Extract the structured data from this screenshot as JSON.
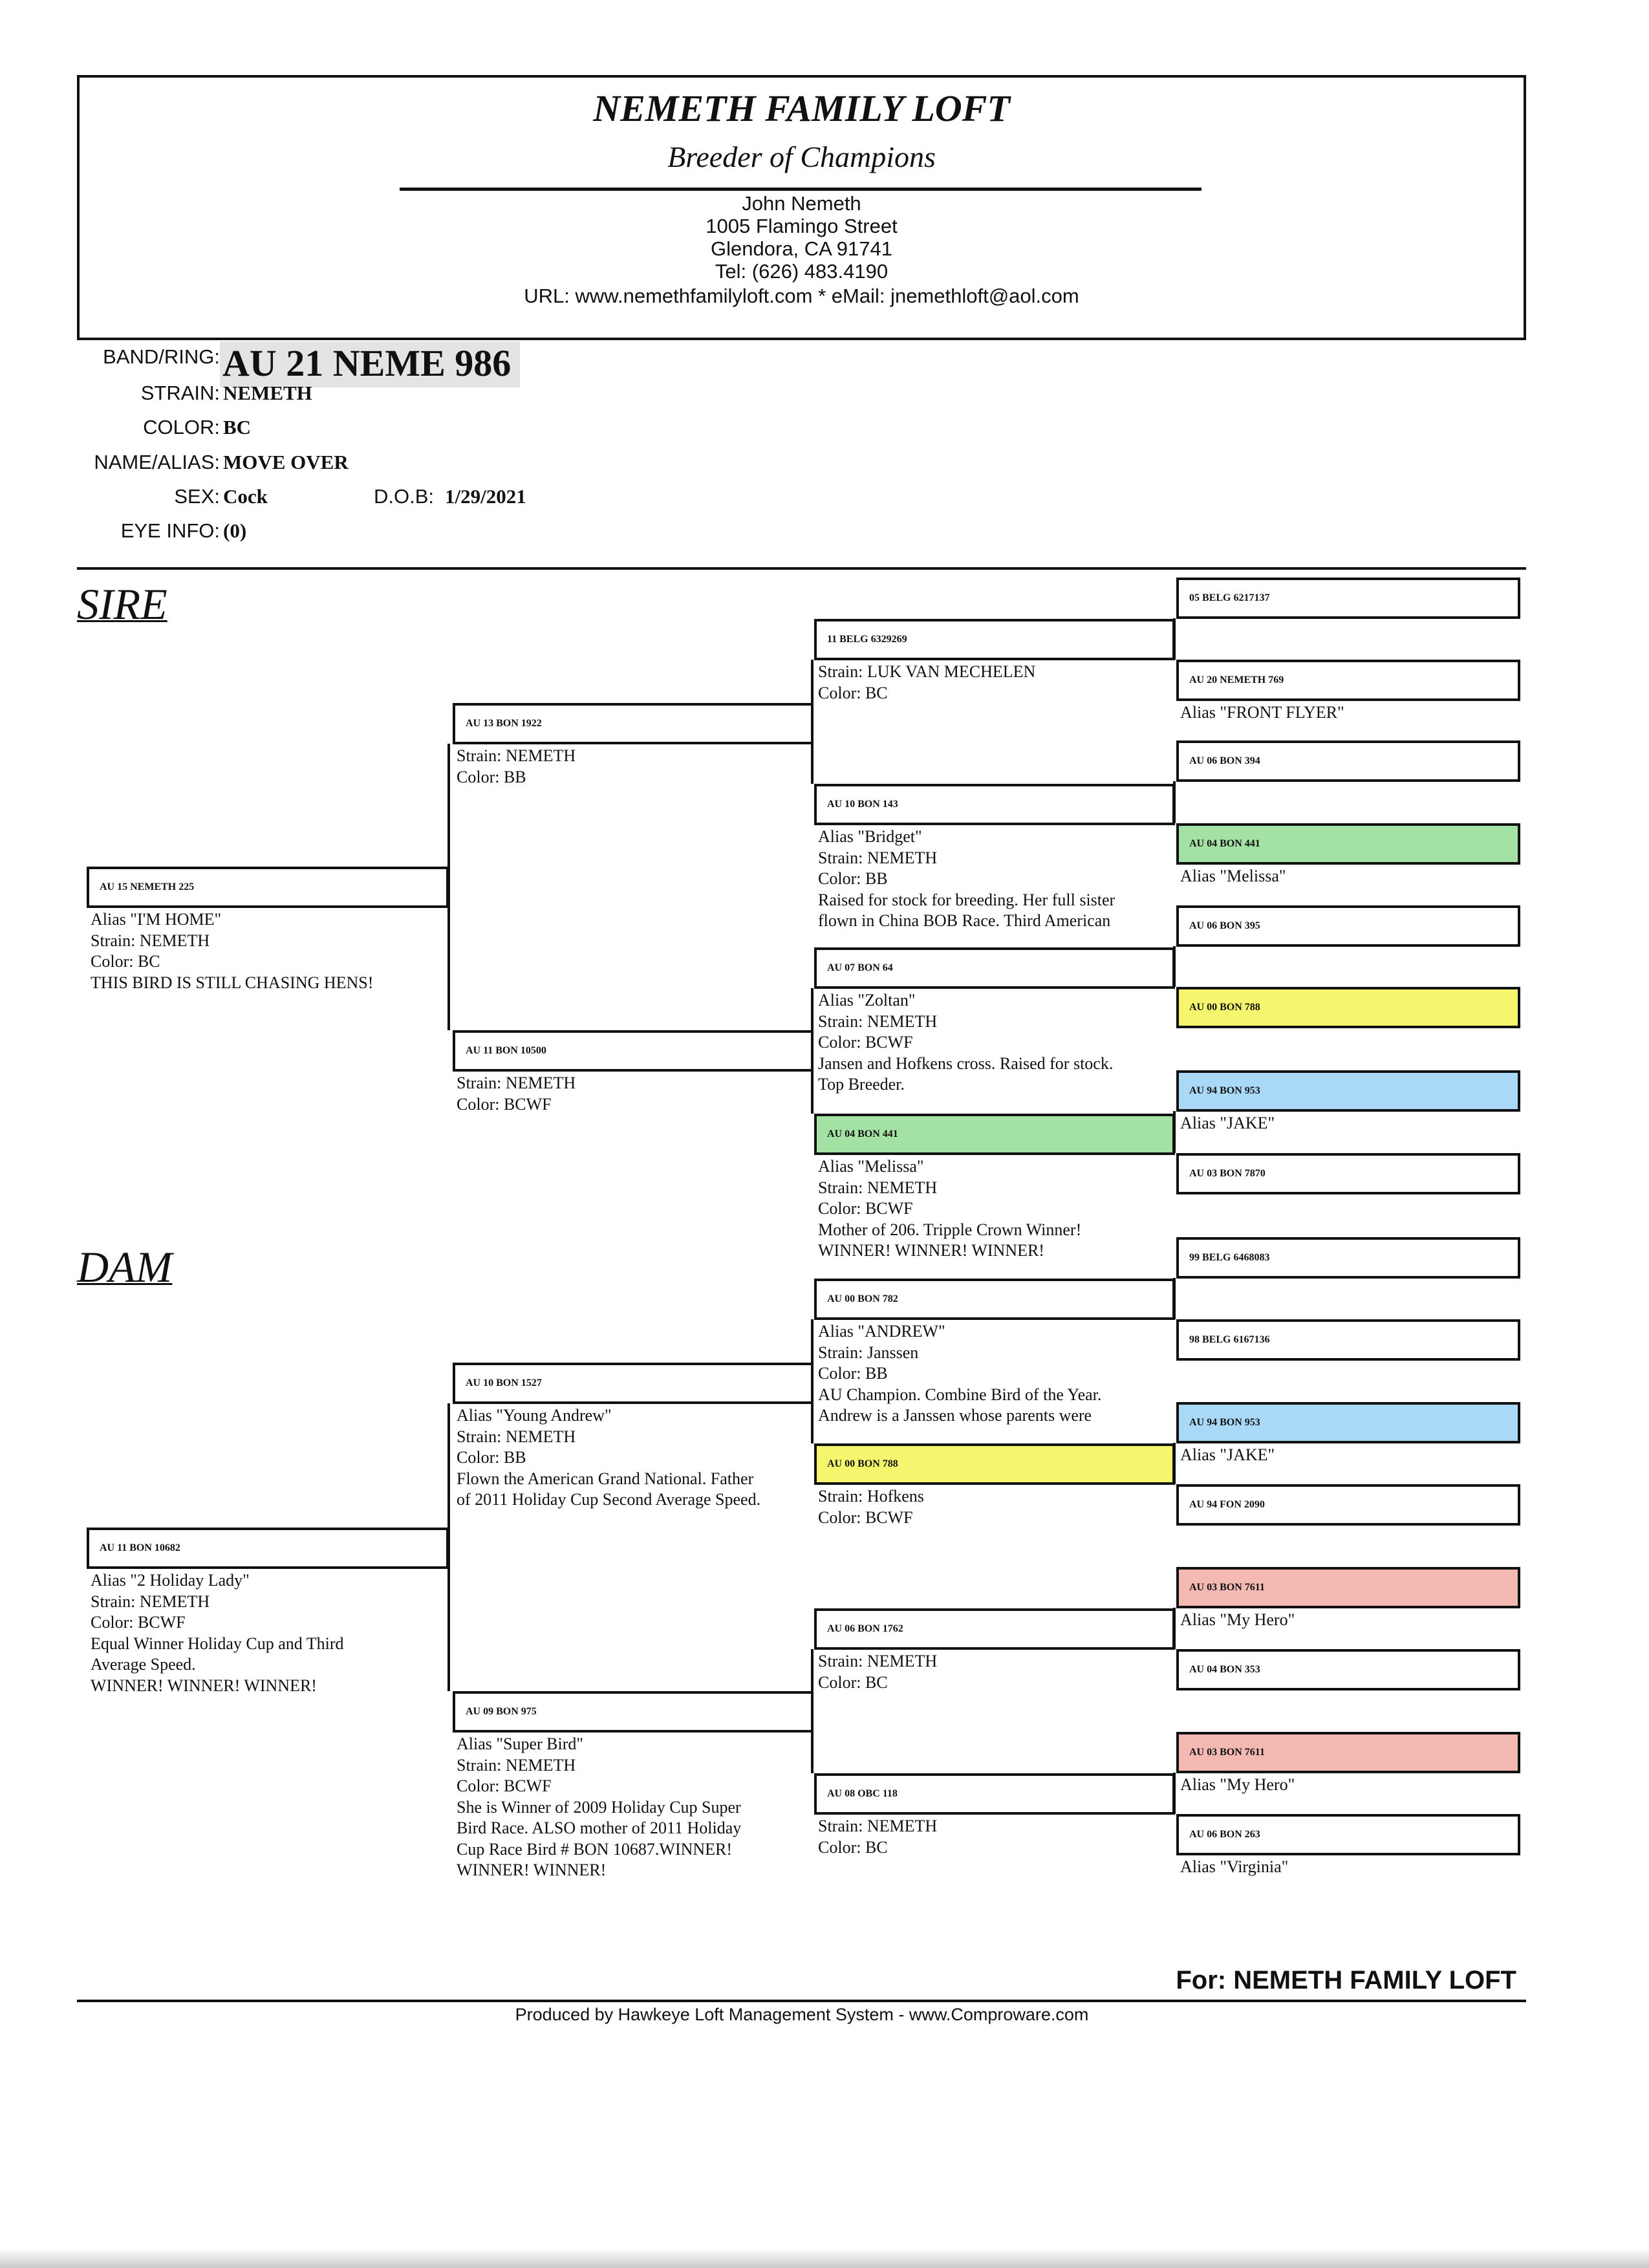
{
  "header": {
    "title": "NEMETH FAMILY LOFT",
    "subtitle": "Breeder of Champions",
    "contact": [
      "John Nemeth",
      "1005 Flamingo Street",
      "Glendora, CA 91741",
      "Tel: (626) 483.4190",
      "URL: www.nemethfamilyloft.com * eMail: jnemethloft@aol.com"
    ]
  },
  "bird": {
    "band_label": "BAND/RING:",
    "band": "AU 21 NEME 986",
    "strain_label": "STRAIN:",
    "strain": "NEMETH",
    "color_label": "COLOR:",
    "color": "BC",
    "alias_label": "NAME/ALIAS:",
    "alias": "MOVE OVER",
    "sex_label": "SEX:",
    "sex": "Cock",
    "dob_label": "D.O.B:",
    "dob": "1/29/2021",
    "eye_label": "EYE INFO:",
    "eye": "(0)"
  },
  "sections": {
    "sire": "SIRE",
    "dam": "DAM"
  },
  "colors": {
    "green": "#a3e2a4",
    "yellow": "#f6f66e",
    "blue": "#a9d9f6",
    "pink": "#f3b9b2"
  },
  "pedigree": {
    "gen1": [
      {
        "band": "AU 15 NEMETH 225",
        "lines": [
          "Alias \"I'M HOME\"",
          "Strain: NEMETH",
          "Color: BC",
          "THIS BIRD IS STILL CHASING HENS!"
        ]
      },
      {
        "band": "AU 11 BON 10682",
        "lines": [
          "Alias \"2 Holiday Lady\"",
          "Strain: NEMETH",
          "Color: BCWF",
          "Equal Winner Holiday Cup and Third",
          "Average Speed.",
          "WINNER! WINNER! WINNER!"
        ]
      }
    ],
    "gen2": [
      {
        "band": "AU 13 BON 1922",
        "lines": [
          "Strain: NEMETH",
          "Color: BB"
        ]
      },
      {
        "band": "AU 11 BON 10500",
        "lines": [
          "Strain: NEMETH",
          "Color: BCWF"
        ]
      },
      {
        "band": "AU 10 BON 1527",
        "lines": [
          "Alias \"Young Andrew\"",
          "Strain: NEMETH",
          "Color: BB",
          "Flown the American Grand National. Father",
          "of 2011 Holiday Cup Second Average Speed."
        ]
      },
      {
        "band": "AU 09 BON 975",
        "lines": [
          "Alias \"Super Bird\"",
          "Strain: NEMETH",
          "Color: BCWF",
          "She is Winner of 2009 Holiday Cup Super",
          "Bird Race. ALSO mother of 2011 Holiday",
          "Cup Race Bird # BON 10687.WINNER!",
          "WINNER! WINNER!"
        ]
      }
    ],
    "gen3": [
      {
        "band": "11 BELG 6329269",
        "lines": [
          "Strain: LUK VAN MECHELEN",
          "Color: BC"
        ]
      },
      {
        "band": "AU 10 BON 143",
        "lines": [
          "Alias \"Bridget\"",
          "Strain: NEMETH",
          "Color: BB",
          "Raised for stock for breeding. Her full sister",
          "flown in China BOB Race. Third American"
        ]
      },
      {
        "band": "AU 07 BON 64",
        "lines": [
          "Alias \"Zoltan\"",
          "Strain: NEMETH",
          "Color: BCWF",
          "Jansen and Hofkens cross. Raised for stock.",
          "Top Breeder."
        ]
      },
      {
        "band": "AU 04 BON 441",
        "highlight": "green",
        "lines": [
          "Alias \"Melissa\"",
          "Strain: NEMETH",
          "Color: BCWF",
          "Mother of 206. Tripple Crown Winner!",
          "WINNER! WINNER! WINNER!"
        ]
      },
      {
        "band": "AU 00 BON 782",
        "lines": [
          "Alias \"ANDREW\"",
          "Strain: Janssen",
          "Color: BB",
          "AU Champion.  Combine Bird of the Year.",
          "Andrew is a Janssen whose parents were"
        ]
      },
      {
        "band": "AU 00 BON 788",
        "highlight": "yellow",
        "lines": [
          "Strain: Hofkens",
          "Color: BCWF"
        ]
      },
      {
        "band": "AU 06 BON 1762",
        "lines": [
          "Strain: NEMETH",
          "Color: BC"
        ]
      },
      {
        "band": "AU 08 OBC 118",
        "lines": [
          "Strain: NEMETH",
          "Color: BC"
        ]
      }
    ],
    "gen4": [
      {
        "band": "05 BELG 6217137",
        "lines": []
      },
      {
        "band": "AU 20 NEMETH 769",
        "lines": [
          "Alias \"FRONT  FLYER\""
        ]
      },
      {
        "band": "AU 06 BON 394",
        "lines": []
      },
      {
        "band": "AU 04 BON 441",
        "highlight": "green",
        "lines": [
          "Alias \"Melissa\""
        ]
      },
      {
        "band": "AU 06 BON 395",
        "lines": []
      },
      {
        "band": "AU 00 BON 788",
        "highlight": "yellow",
        "lines": []
      },
      {
        "band": "AU 94 BON 953",
        "highlight": "blue",
        "lines": [
          "Alias \"JAKE\""
        ]
      },
      {
        "band": "AU 03 BON 7870",
        "lines": []
      },
      {
        "band": "99 BELG 6468083",
        "lines": []
      },
      {
        "band": "98 BELG 6167136",
        "lines": []
      },
      {
        "band": "AU 94 BON 953",
        "highlight": "blue",
        "lines": [
          "Alias \"JAKE\""
        ]
      },
      {
        "band": "AU 94 FON 2090",
        "lines": []
      },
      {
        "band": "AU 03 BON 7611",
        "highlight": "pink",
        "lines": [
          "Alias \"My Hero\""
        ]
      },
      {
        "band": "AU 04 BON 353",
        "lines": []
      },
      {
        "band": "AU 03 BON 7611",
        "highlight": "pink",
        "lines": [
          "Alias \"My Hero\""
        ]
      },
      {
        "band": "AU 06 BON 263",
        "lines": [
          "Alias \"Virginia\""
        ]
      }
    ]
  },
  "footer": {
    "for_label": "For: NEMETH FAMILY LOFT",
    "produced": "Produced by Hawkeye Loft Management System - www.Comproware.com"
  }
}
